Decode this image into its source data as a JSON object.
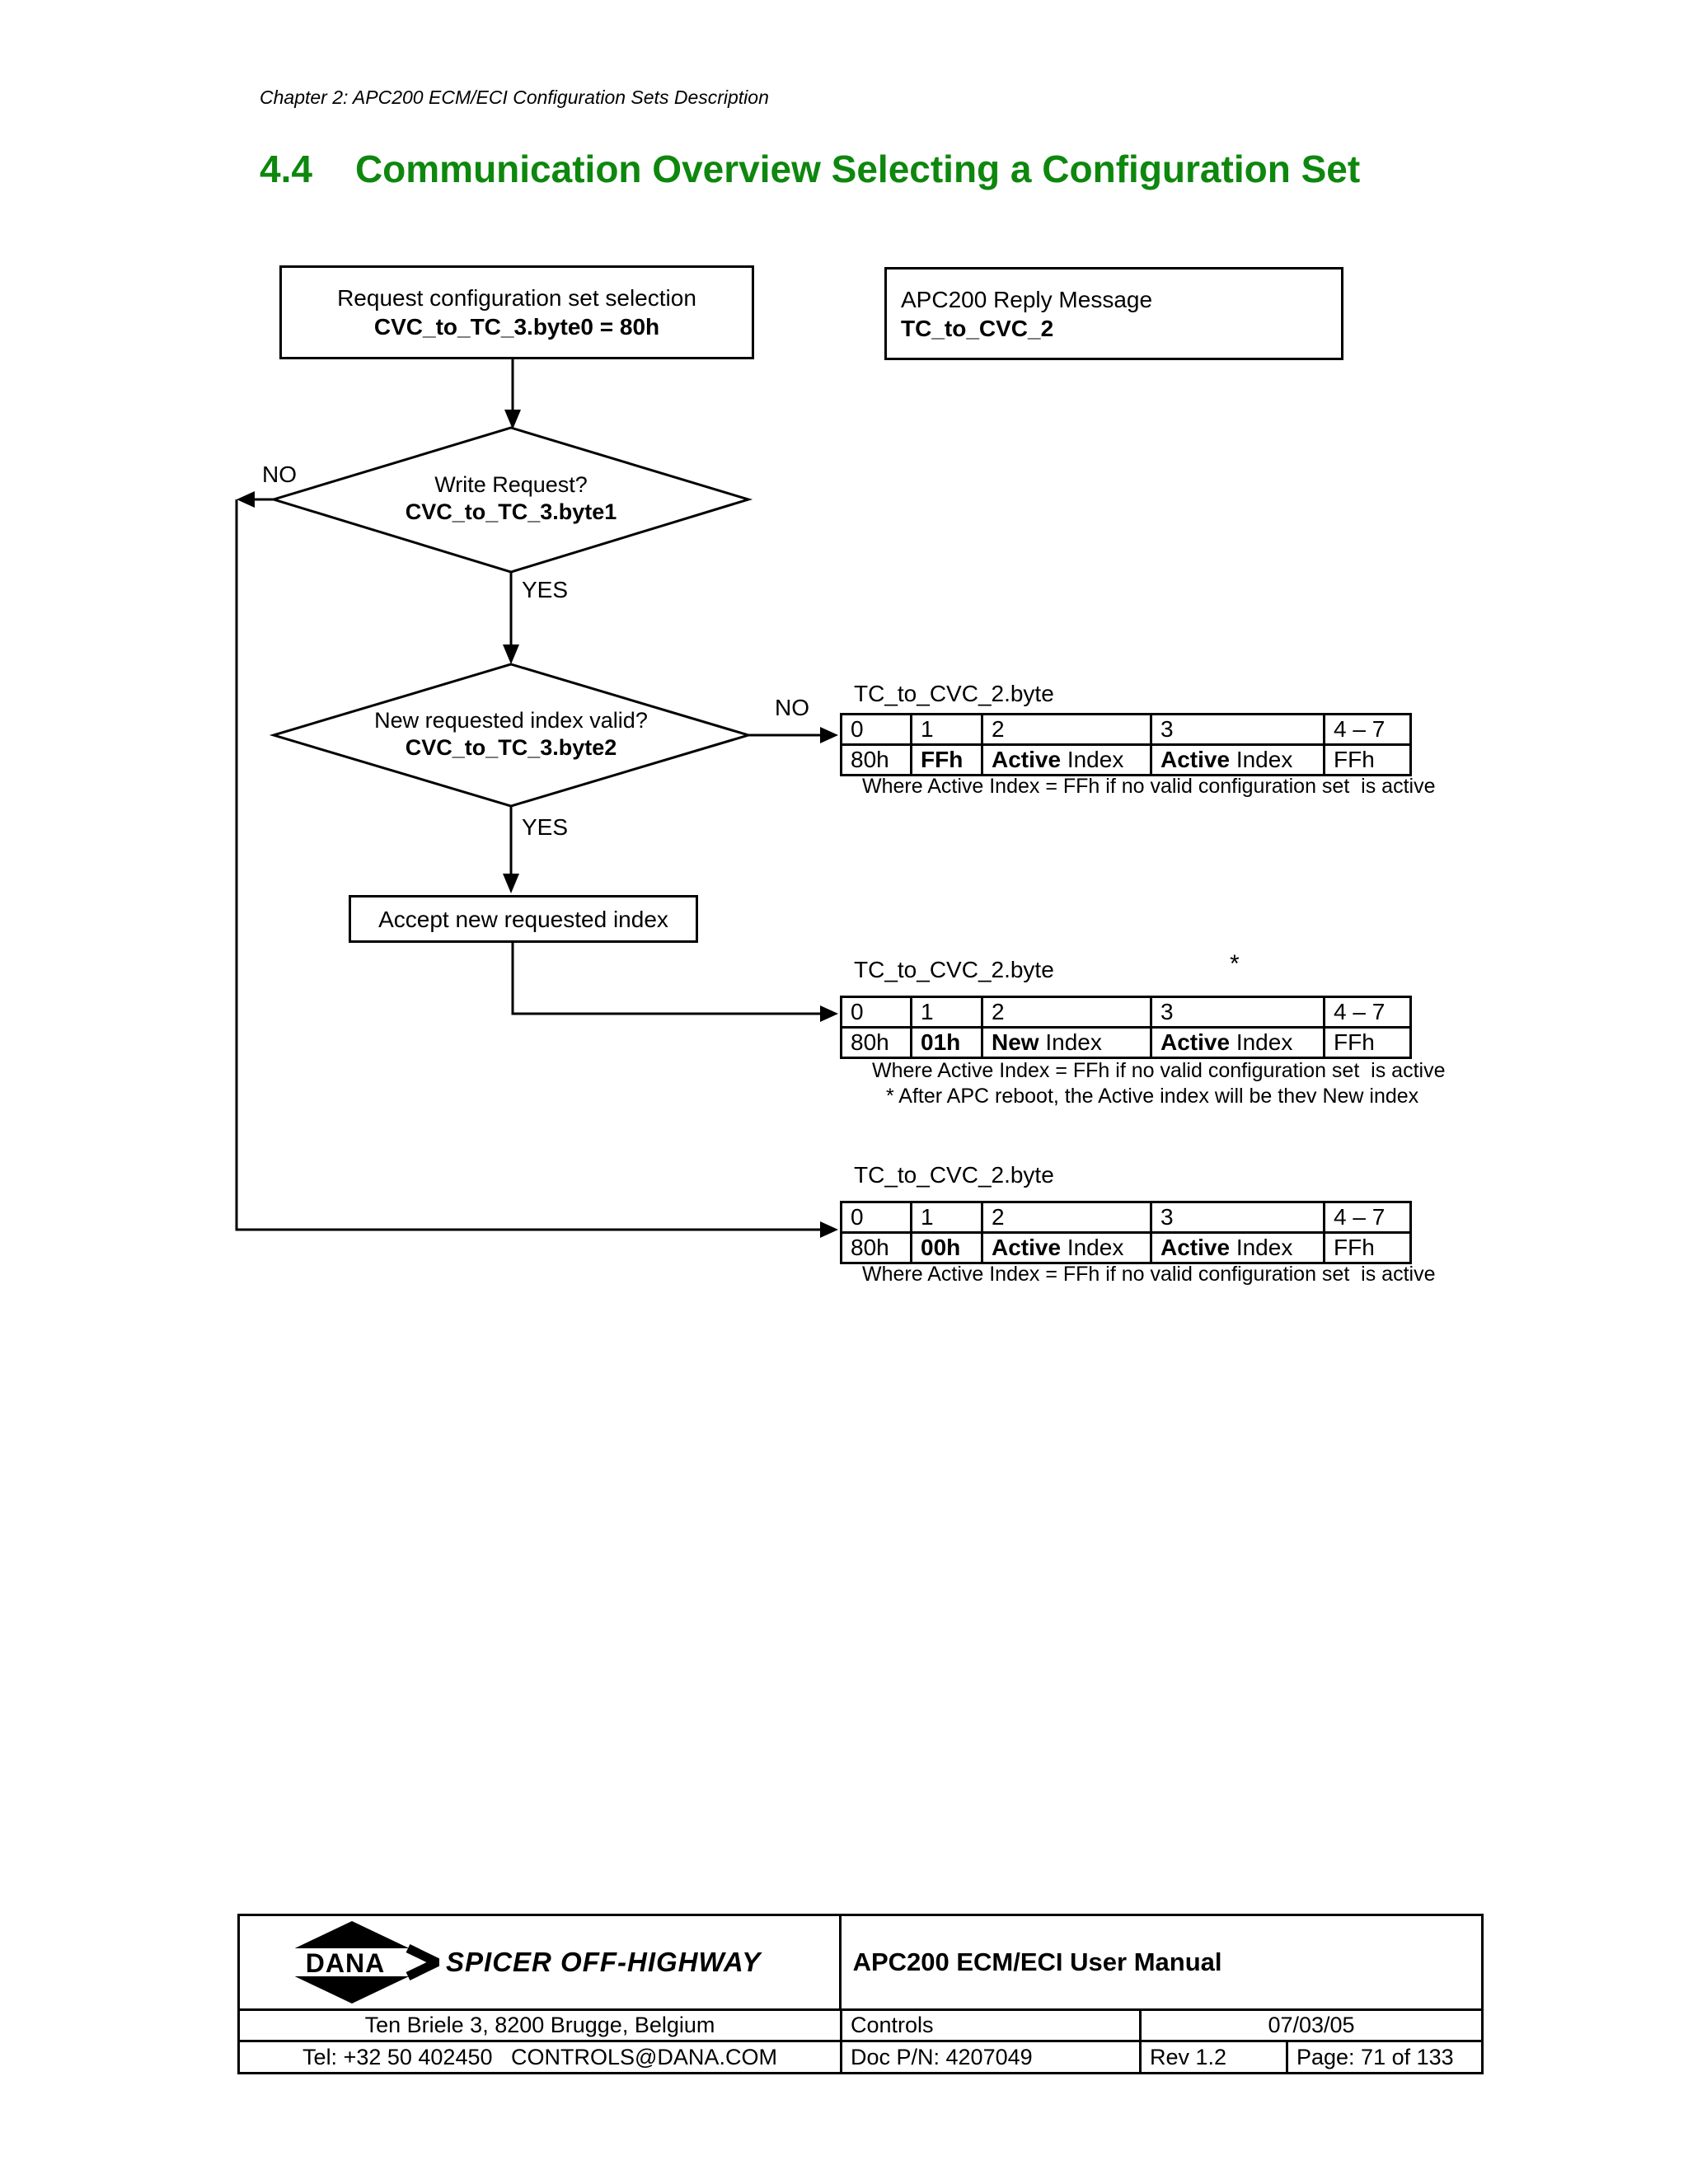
{
  "page": {
    "chapter_header": "Chapter 2: APC200 ECM/ECI Configuration Sets Description",
    "title_number": "4.4",
    "title_text": "Communication Overview Selecting a Configuration Set",
    "title_color": "#0e870e"
  },
  "flowchart": {
    "request_box": {
      "line1": "Request configuration set selection",
      "line2": "CVC_to_TC_3.byte0 = 80h"
    },
    "reply_box": {
      "line1": "APC200 Reply Message",
      "line2": "TC_to_CVC_2"
    },
    "diamond1": {
      "line1": "Write Request?",
      "line2": "CVC_to_TC_3.byte1"
    },
    "diamond2": {
      "line1": "New requested index valid?",
      "line2": "CVC_to_TC_3.byte2"
    },
    "accept_box": "Accept new requested index",
    "labels": {
      "no1": "NO",
      "yes1": "YES",
      "no2": "NO",
      "yes2": "YES"
    }
  },
  "tables": [
    {
      "caption": "TC_to_CVC_2.byte",
      "star": "",
      "headers": [
        "0",
        "1",
        "2",
        "3",
        "4 – 7"
      ],
      "values": [
        {
          "b": "",
          "r": "80h"
        },
        {
          "b": "FFh",
          "r": ""
        },
        {
          "b": "Active",
          "r": " Index"
        },
        {
          "b": "Active",
          "r": " Index"
        },
        {
          "b": "",
          "r": "FFh"
        }
      ],
      "notes": [
        "Where Active Index = FFh if no valid configuration set  is active"
      ]
    },
    {
      "caption": "TC_to_CVC_2.byte",
      "star": "*",
      "headers": [
        "0",
        "1",
        "2",
        "3",
        "4 – 7"
      ],
      "values": [
        {
          "b": "",
          "r": "80h"
        },
        {
          "b": "01h",
          "r": ""
        },
        {
          "b": "New",
          "r": " Index"
        },
        {
          "b": "Active",
          "r": " Index"
        },
        {
          "b": "",
          "r": "FFh"
        }
      ],
      "notes": [
        "Where Active Index = FFh if no valid configuration set  is active",
        "* After APC reboot, the Active index will be thev New index"
      ]
    },
    {
      "caption": "TC_to_CVC_2.byte",
      "star": "",
      "headers": [
        "0",
        "1",
        "2",
        "3",
        "4 – 7"
      ],
      "values": [
        {
          "b": "",
          "r": "80h"
        },
        {
          "b": "00h",
          "r": ""
        },
        {
          "b": "Active",
          "r": " Index"
        },
        {
          "b": "Active",
          "r": " Index"
        },
        {
          "b": "",
          "r": "FFh"
        }
      ],
      "notes": [
        "Where Active Index = FFh if no valid configuration set  is active"
      ]
    }
  ],
  "footer": {
    "logo_text": "DANA",
    "brand": "SPICER OFF-HIGHWAY",
    "manual_title": "APC200 ECM/ECI User Manual",
    "address": "Ten Briele 3, 8200 Brugge, Belgium",
    "department": "Controls",
    "date": "07/03/05",
    "contact": "Tel: +32 50 402450   CONTROLS@DANA.COM",
    "doc_pn": "Doc P/N: 4207049",
    "revision": "Rev 1.2",
    "page_info": "Page: 71 of 133"
  }
}
